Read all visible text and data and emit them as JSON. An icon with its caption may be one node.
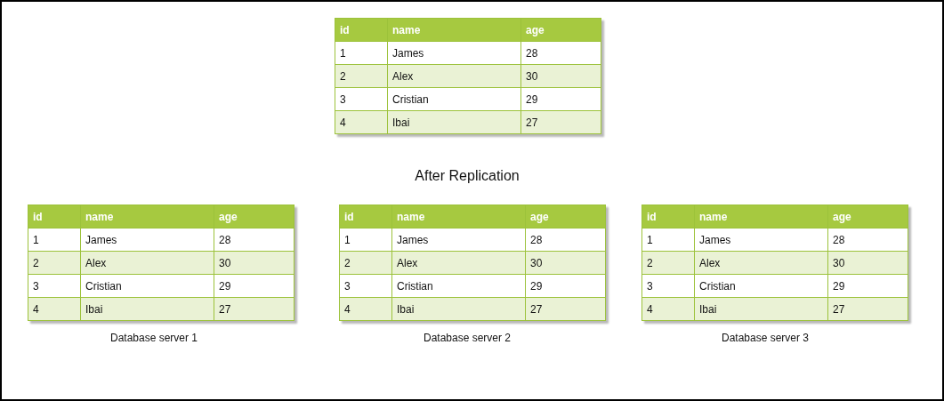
{
  "diagram": {
    "title": "After Replication",
    "nodes": [
      {
        "text": [
          "id",
          "name",
          "age",
          "1",
          "James",
          "28",
          "2",
          "Alex",
          "30",
          "3",
          "Cristian",
          "29",
          "4",
          "Ibai",
          "27"
        ]
      },
      {
        "text": [
          "id",
          "name",
          "age",
          "1",
          "James",
          "28",
          "2",
          "Alex",
          "30",
          "3",
          "Cristian",
          "29",
          "4",
          "Ibai",
          "27"
        ],
        "beside": [
          "Database server 1"
        ]
      },
      {
        "text": [
          "id",
          "name",
          "age",
          "1",
          "James",
          "28",
          "2",
          "Alex",
          "30",
          "3",
          "Cristian",
          "29",
          "4",
          "Ibai",
          "27"
        ],
        "beside": [
          "Database server 2"
        ]
      },
      {
        "text": [
          "id",
          "name",
          "age",
          "1",
          "James",
          "28",
          "2",
          "Alex",
          "30",
          "3",
          "Cristian",
          "29",
          "4",
          "Ibai",
          "27"
        ],
        "beside": [
          "Database server 3"
        ]
      }
    ]
  }
}
